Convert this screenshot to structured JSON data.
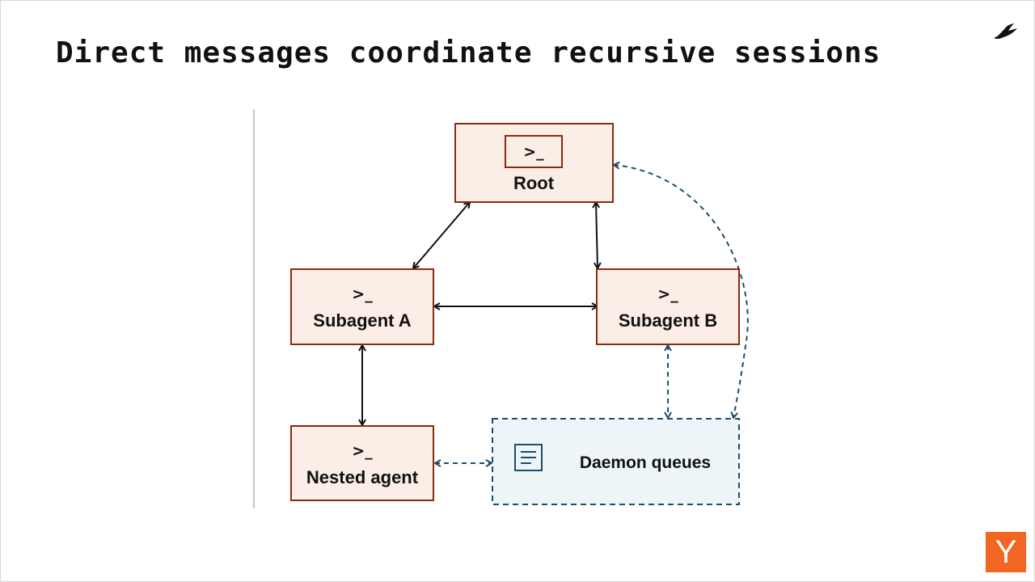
{
  "slide": {
    "title": "Direct messages coordinate recursive sessions"
  },
  "diagram": {
    "prompt_symbol": ">_",
    "nodes": {
      "root": {
        "label": "Root"
      },
      "subagent_a": {
        "label": "Subagent A"
      },
      "subagent_b": {
        "label": "Subagent B"
      },
      "nested_agent": {
        "label": "Nested agent"
      },
      "daemon_queues": {
        "label": "Daemon queues"
      }
    },
    "colors": {
      "agent_border": "#8b2a0e",
      "agent_fill": "#fbeee6",
      "queue_border": "#1f4e6b",
      "queue_fill": "#eef5f9",
      "solid_arrow": "#111111",
      "dashed_arrow": "#1f4e6b"
    }
  },
  "branding": {
    "logo_letter": "Y",
    "logo_color": "#f26522",
    "corner_icon": "bird-icon"
  }
}
